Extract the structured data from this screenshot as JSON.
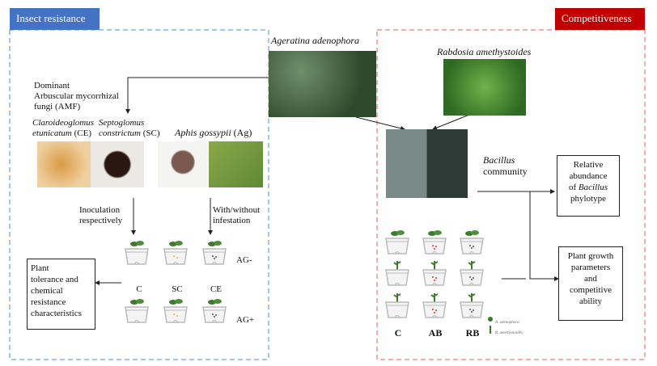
{
  "left_panel": {
    "title": "Insect resistance",
    "color": "#4472c4"
  },
  "right_panel": {
    "title": "Competitiveness",
    "color": "#c00000"
  },
  "ageratina": {
    "label": "Ageratina adenophora"
  },
  "rabdosia": {
    "label": "Rabdosia amethystoides"
  },
  "amf": {
    "heading": "Dominant\nArbuscular mycorrhizal\nfungi (AMF)",
    "ce_name": "Claroideoglomus",
    "ce_name2": "etunicatum",
    "ce_abbr": " (CE)",
    "sc_name": "Septoglomus",
    "sc_name2": "constrictum",
    "sc_abbr": " (SC)"
  },
  "aphid": {
    "name": "Aphis gossypii",
    "abbr": " (Ag)"
  },
  "inoculation": "Inoculation\nrespectively",
  "infestation": "With/without\ninfestation",
  "left_treatments": [
    "C",
    "SC",
    "CE"
  ],
  "ag_minus": "AG-",
  "ag_plus": "AG+",
  "plant_tolerance": "Plant\ntolerance and\nchemical\nresistance\ncharacteristics",
  "bacillus": {
    "label1": "Bacillus",
    "label2": "community"
  },
  "relative_abundance": {
    "l1": "Relative",
    "l2": "abundance",
    "l3": "of ",
    "l3i": "Bacillus",
    "l4": "phylotype"
  },
  "plant_growth": "Plant growth\nparameters\nand\ncompetitive\nability",
  "right_treatments": [
    "C",
    "AB",
    "RB"
  ],
  "legend": {
    "a": "A. adenophora",
    "r": "R. amethystoides"
  }
}
